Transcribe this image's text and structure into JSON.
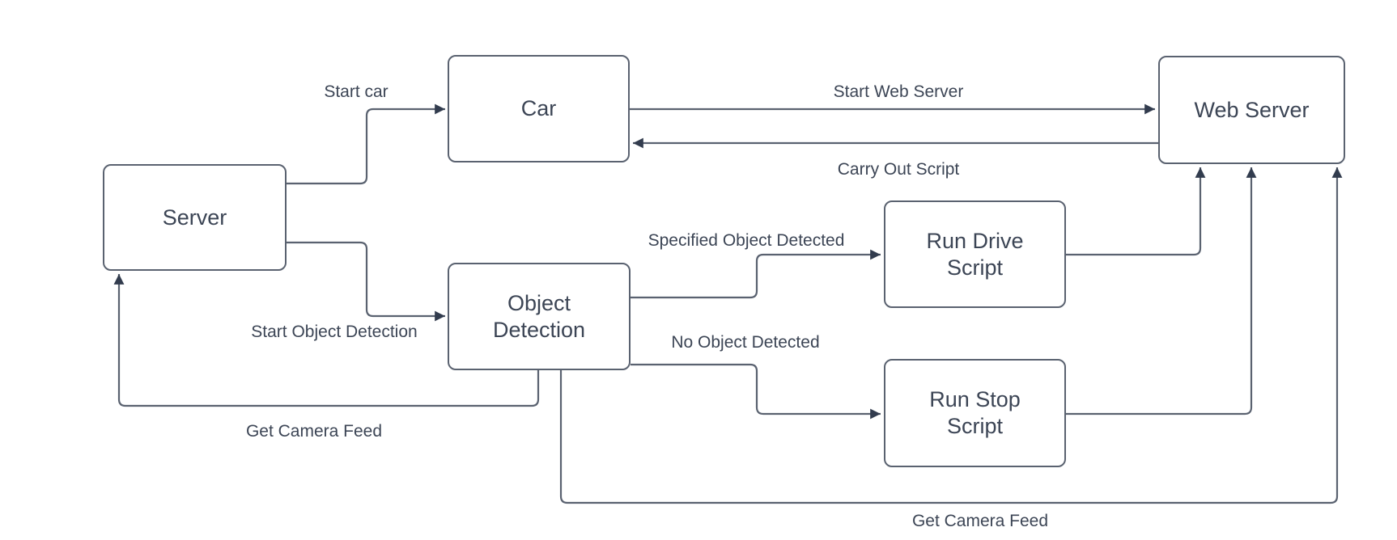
{
  "diagram": {
    "type": "flowchart",
    "background_color": "#ffffff",
    "node_fill_color": "#ffffff",
    "node_border_color": "#5a6270",
    "connector_color": "#5a6270",
    "arrowhead_color": "#323c4e",
    "text_color": "#3c4555",
    "nodes": [
      {
        "id": "server",
        "label": "Server"
      },
      {
        "id": "car",
        "label": "Car"
      },
      {
        "id": "web-server",
        "label": "Web Server"
      },
      {
        "id": "object-detection",
        "label": "Object Detection"
      },
      {
        "id": "run-drive-script",
        "label": "Run Drive Script"
      },
      {
        "id": "run-stop-script",
        "label": "Run Stop Script"
      }
    ],
    "edges": [
      {
        "from": "server",
        "to": "car",
        "label": "Start car"
      },
      {
        "from": "car",
        "to": "web-server",
        "label": "Start Web Server"
      },
      {
        "from": "web-server",
        "to": "car",
        "label": "Carry Out Script"
      },
      {
        "from": "server",
        "to": "object-detection",
        "label": "Start Object Detection"
      },
      {
        "from": "object-detection",
        "to": "run-drive-script",
        "label": "Specified Object Detected"
      },
      {
        "from": "object-detection",
        "to": "run-stop-script",
        "label": "No Object Detected"
      },
      {
        "from": "run-drive-script",
        "to": "web-server",
        "label": ""
      },
      {
        "from": "run-stop-script",
        "to": "web-server",
        "label": ""
      },
      {
        "from": "object-detection",
        "to": "server",
        "label": "Get Camera Feed"
      },
      {
        "from": "object-detection",
        "to": "web-server",
        "label": "Get Camera Feed"
      }
    ]
  }
}
